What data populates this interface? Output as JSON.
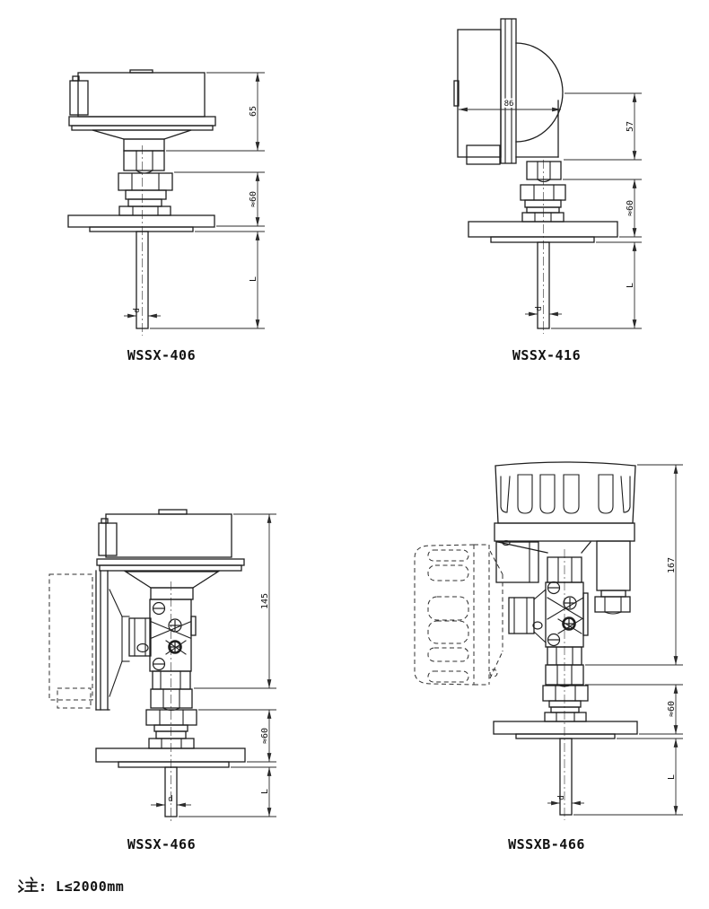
{
  "sheet": {
    "background": "#ffffff",
    "line_color": "#1f1f1f",
    "dim_line_color": "#2b2b2b"
  },
  "drawings": [
    {
      "model": "WSSX-406",
      "dim_head_height": "65",
      "dim_union": "≈60",
      "dim_insertion": "L",
      "dim_diameter": "d"
    },
    {
      "model": "WSSX-416",
      "dim_dial_depth": "86",
      "dim_head_height": "57",
      "dim_union": "≈60",
      "dim_insertion": "L",
      "dim_diameter": "d"
    },
    {
      "model": "WSSX-466",
      "dim_head_height": "145",
      "dim_union": "≈60",
      "dim_insertion": "L",
      "dim_diameter": "d"
    },
    {
      "model": "WSSXB-466",
      "dim_head_height": "167",
      "dim_union": "≈60",
      "dim_insertion": "L",
      "dim_diameter": "d"
    }
  ],
  "note": {
    "full_text": "注: L≤2000mm",
    "cjk_char": "注",
    "latin_part": ": L≤2000mm"
  }
}
